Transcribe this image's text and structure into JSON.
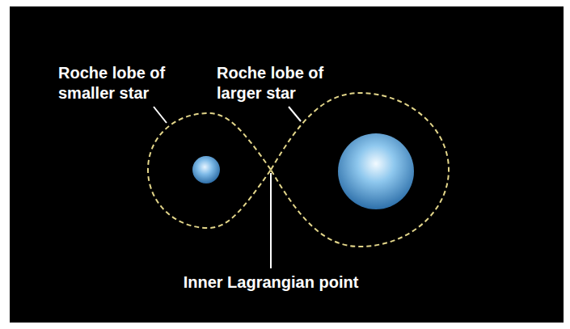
{
  "diagram": {
    "labels": [
      "Roche lobe of smaller star",
      "Roche lobe of larger star",
      "Inner Lagrangian point"
    ]
  }
}
